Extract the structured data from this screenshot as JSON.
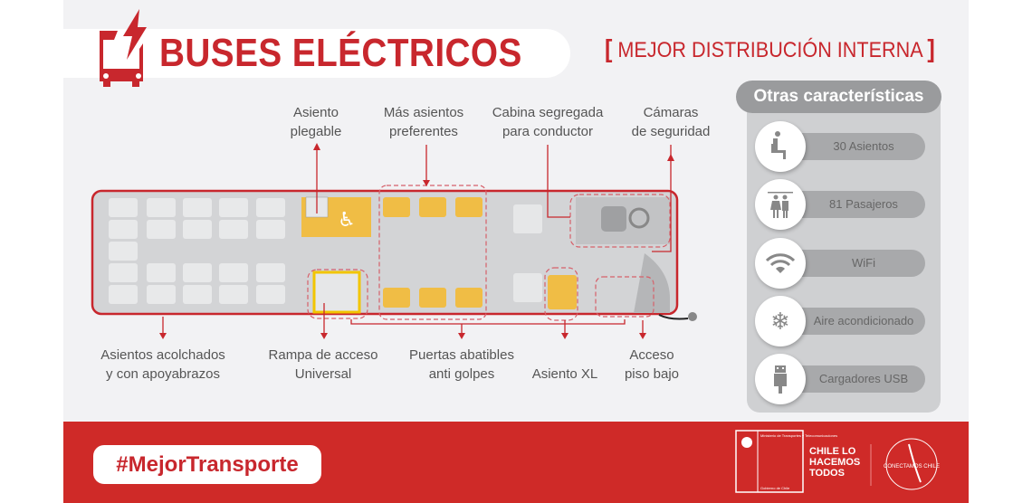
{
  "header": {
    "title": "BUSES ELÉCTRICOS",
    "subtitle_open": "[",
    "subtitle": "MEJOR DISTRIBUCIÓN INTERNA",
    "subtitle_close": "]",
    "icon": "electric-bus-icon"
  },
  "callouts_top": [
    {
      "line1": "Asiento",
      "line2": "plegable"
    },
    {
      "line1": "Más asientos",
      "line2": "preferentes"
    },
    {
      "line1": "Cabina segregada",
      "line2": "para conductor"
    },
    {
      "line1": "Cámaras",
      "line2": "de seguridad"
    }
  ],
  "callouts_bottom": [
    {
      "line1": "Asientos acolchados",
      "line2": "y con apoyabrazos"
    },
    {
      "line1": "Rampa de acceso",
      "line2": "Universal"
    },
    {
      "line1": "Puertas abatibles",
      "line2": "anti golpes"
    },
    {
      "line1": "Asiento XL",
      "line2": ""
    },
    {
      "line1": "Acceso",
      "line2": "piso bajo"
    }
  ],
  "features": {
    "title": "Otras características",
    "items": [
      {
        "label": "30 Asientos",
        "icon": "seated-person-icon"
      },
      {
        "label": "81 Pasajeros",
        "icon": "passengers-icon"
      },
      {
        "label": "WiFi",
        "icon": "wifi-icon"
      },
      {
        "label": "Aire acondicionado",
        "icon": "snowflake-icon"
      },
      {
        "label": "Cargadores USB",
        "icon": "usb-icon"
      }
    ]
  },
  "footer": {
    "hashtag": "#MejorTransporte",
    "ministry": "Ministerio de Transportes y Telecomunicaciones",
    "government": "Gobierno de Chile",
    "slogan": [
      "CHILE LO",
      "HACEMOS",
      "TODOS"
    ],
    "campaign": "CONECTAMOS CHILE"
  },
  "colors": {
    "brand_red": "#c8272d",
    "footer_red": "#cf2a28",
    "seat_yellow": "#f0bd45",
    "bus_gray": "#d3d4d6"
  }
}
